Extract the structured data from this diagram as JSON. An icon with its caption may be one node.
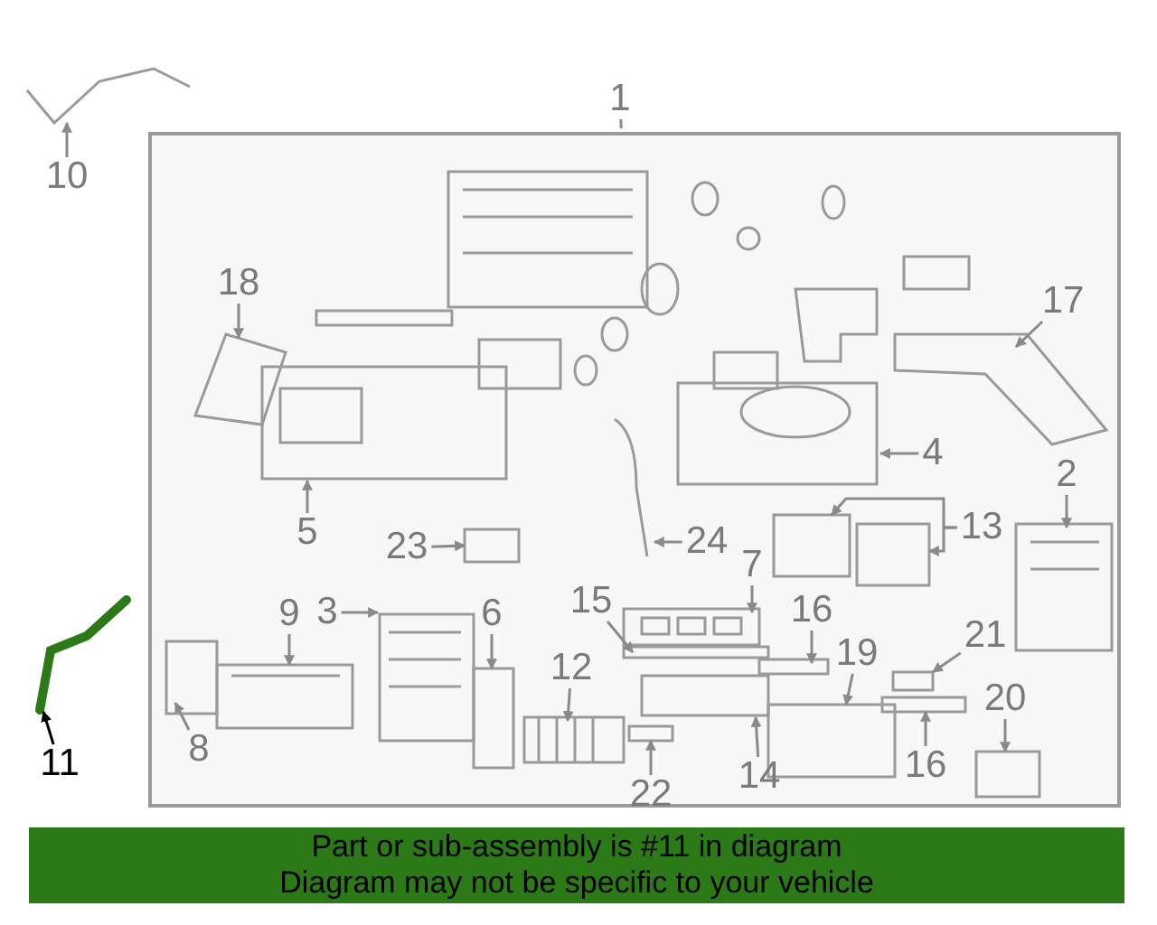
{
  "diagram": {
    "nodes": [
      {
        "text": [],
        "shape": "box"
      },
      {
        "text": [
          "10"
        ]
      },
      {
        "text": [
          "1"
        ]
      },
      {
        "text": [
          "18"
        ],
        "in": 0
      },
      {
        "text": [
          "17"
        ],
        "in": 0
      },
      {
        "text": [
          "4"
        ],
        "in": 0
      },
      {
        "text": [
          "2"
        ],
        "in": 0
      },
      {
        "text": [
          "5"
        ],
        "in": 0
      },
      {
        "text": [
          "23"
        ],
        "in": 0
      },
      {
        "text": [
          "24"
        ],
        "in": 0
      },
      {
        "text": [
          "13"
        ],
        "in": 0
      },
      {
        "text": [
          "9"
        ],
        "in": 0
      },
      {
        "text": [
          "3"
        ],
        "in": 0
      },
      {
        "text": [
          "6"
        ],
        "in": 0
      },
      {
        "text": [
          "15"
        ],
        "in": 0
      },
      {
        "text": [
          "7"
        ],
        "in": 0
      },
      {
        "text": [
          "16"
        ],
        "in": 0
      },
      {
        "text": [
          "21"
        ],
        "in": 0
      },
      {
        "text": [
          "19"
        ],
        "in": 0
      },
      {
        "text": [
          "12"
        ],
        "in": 0
      },
      {
        "text": [
          "11"
        ]
      },
      {
        "text": [
          "8"
        ],
        "in": 0
      },
      {
        "text": [
          "20"
        ],
        "in": 0
      },
      {
        "text": [
          "16"
        ],
        "in": 0
      },
      {
        "text": [
          "22"
        ],
        "in": 0
      },
      {
        "text": [
          "14"
        ],
        "in": 0
      },
      {
        "text": [
          "Part or sub-assembly is #11 in diagram",
          "Diagram may not be specific to your vehicle"
        ]
      }
    ],
    "edges": [
      {
        "from": 1,
        "to": null,
        "arrow": "to"
      },
      {
        "from": 2,
        "to": 0,
        "arrow": "none"
      },
      {
        "from": 3,
        "to": null,
        "arrow": "to"
      },
      {
        "from": 4,
        "to": null,
        "arrow": "to"
      },
      {
        "from": 5,
        "to": null,
        "arrow": "to"
      },
      {
        "from": 6,
        "to": null,
        "arrow": "to"
      },
      {
        "from": 7,
        "to": null,
        "arrow": "to"
      },
      {
        "from": 8,
        "to": null,
        "arrow": "to"
      },
      {
        "from": 9,
        "to": null,
        "arrow": "to"
      },
      {
        "from": 10,
        "to": null,
        "arrow": "to"
      },
      {
        "from": 10,
        "to": null,
        "arrow": "to"
      },
      {
        "from": 11,
        "to": null,
        "arrow": "to"
      },
      {
        "from": 12,
        "to": null,
        "arrow": "to"
      },
      {
        "from": 13,
        "to": null,
        "arrow": "to"
      },
      {
        "from": 14,
        "to": null,
        "arrow": "to"
      },
      {
        "from": 15,
        "to": null,
        "arrow": "to"
      },
      {
        "from": 16,
        "to": null,
        "arrow": "to"
      },
      {
        "from": 17,
        "to": null,
        "arrow": "to"
      },
      {
        "from": 18,
        "to": null,
        "arrow": "to"
      },
      {
        "from": 19,
        "to": null,
        "arrow": "to"
      },
      {
        "from": 20,
        "to": null,
        "arrow": "to",
        "color": "#000000"
      },
      {
        "from": 21,
        "to": null,
        "arrow": "to"
      },
      {
        "from": 22,
        "to": null,
        "arrow": "to"
      },
      {
        "from": 23,
        "to": null,
        "arrow": "to"
      },
      {
        "from": 24,
        "to": null,
        "arrow": "to"
      },
      {
        "from": 25,
        "to": null,
        "arrow": "to"
      }
    ]
  }
}
